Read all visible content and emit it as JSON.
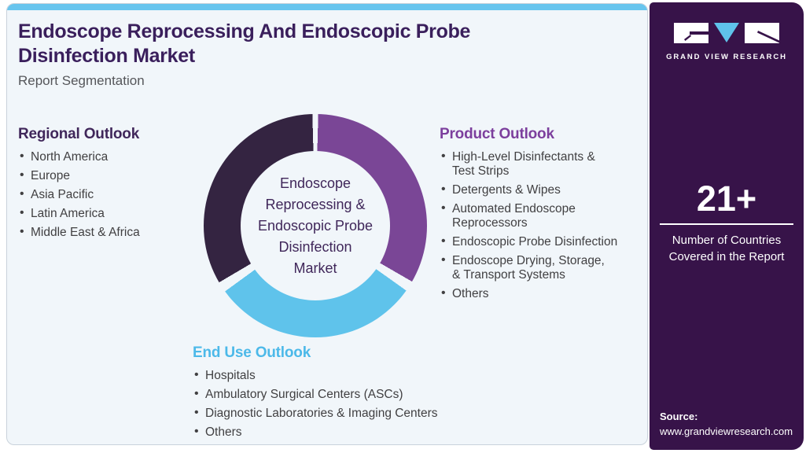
{
  "header": {
    "title": "Endoscope Reprocessing And Endoscopic Probe Disinfection Market",
    "subtitle": "Report Segmentation"
  },
  "sections": {
    "regional": {
      "heading": "Regional Outlook",
      "items": [
        "North America",
        "Europe",
        "Asia Pacific",
        "Latin America",
        "Middle East & Africa"
      ]
    },
    "product": {
      "heading": "Product Outlook",
      "items": [
        "High-Level Disinfectants &\nTest Strips",
        "Detergents & Wipes",
        "Automated Endoscope\nReprocessors",
        "Endoscopic Probe Disinfection",
        "Endoscope Drying, Storage,\n& Transport Systems",
        "Others"
      ]
    },
    "enduse": {
      "heading": "End Use Outlook",
      "items": [
        "Hospitals",
        "Ambulatory Surgical Centers (ASCs)",
        "Diagnostic Laboratories & Imaging Centers",
        "Others"
      ]
    }
  },
  "donut": {
    "center_label": "Endoscope\nReprocessing &\nEndoscopic Probe\nDisinfection\nMarket",
    "segments": [
      {
        "name": "Product Outlook",
        "color": "#7A4696",
        "start_deg": 2,
        "end_deg": 120
      },
      {
        "name": "End Use Outlook",
        "color": "#5FC3EB",
        "start_deg": 126,
        "end_deg": 234
      },
      {
        "name": "Regional Outlook",
        "color": "#342441",
        "start_deg": 240,
        "end_deg": 358
      }
    ]
  },
  "sidebar": {
    "brand": "GRAND VIEW RESEARCH",
    "stat": {
      "value": "21+",
      "caption": "Number of Countries\nCovered in the Report"
    },
    "source": {
      "label": "Source:",
      "url": "www.grandviewresearch.com"
    }
  },
  "colors": {
    "accent_bar": "#68C5EE",
    "card_bg": "#F1F6FA",
    "title": "#3A1F5C",
    "product_heading": "#7C3F9D",
    "enduse_heading": "#4CB9E9",
    "regional_heading": "#40275A",
    "body_text": "#414042",
    "sidebar_bg": "#371349",
    "donut_dark": "#342441",
    "donut_purple": "#7A4696",
    "donut_blue": "#5FC3EB"
  }
}
